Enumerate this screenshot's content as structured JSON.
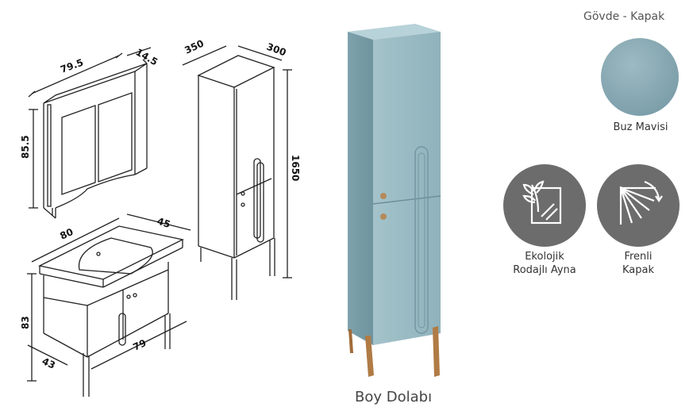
{
  "dimensions": {
    "mirror_width": "79.5",
    "mirror_depth": "14.5",
    "mirror_height": "85.5",
    "tall_width": "350",
    "tall_depth": "300",
    "tall_height": "1650",
    "vanity_width": "80",
    "vanity_depth": "45",
    "vanity_height": "83",
    "vanity_leg_depth": "43",
    "vanity_body_width": "79"
  },
  "swatch": {
    "title": "Gövde - Kapak",
    "name": "Buz Mavisi",
    "color": "#87a8b3"
  },
  "features": [
    {
      "icon": "eco-mirror-icon",
      "line1": "Ekolojik",
      "line2": "Rodajlı Ayna"
    },
    {
      "icon": "soft-close-icon",
      "line1": "Frenli",
      "line2": "Kapak"
    }
  ],
  "product_caption": "Boy Dolabı",
  "colors": {
    "cabinet": "#8fb2bb",
    "legs": "#b07b45",
    "badge": "#6c6c6c"
  }
}
